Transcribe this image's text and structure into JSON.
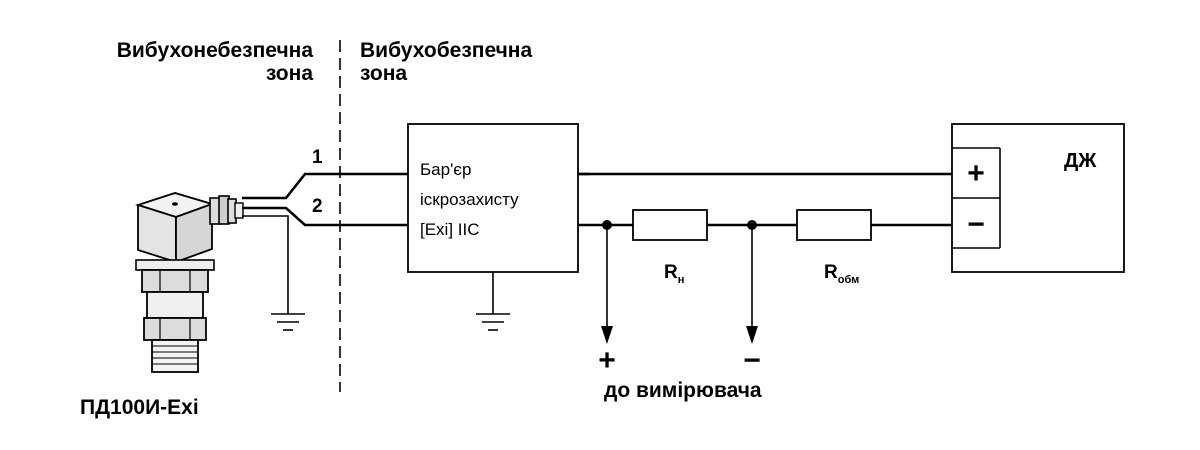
{
  "zones": {
    "hazardous_line1": "Вибухонебезпечна",
    "hazardous_line2": "зона",
    "safe_line1": "Вибухобезпечна",
    "safe_line2": "зона"
  },
  "wires": {
    "wire1": "1",
    "wire2": "2"
  },
  "barrier": {
    "line1": "Бар'єр",
    "line2": "іскрозахисту",
    "line3": "[Exi] IIC"
  },
  "resistors": {
    "load": {
      "main": "R",
      "sub": "н"
    },
    "winding": {
      "main": "R",
      "sub": "обм"
    }
  },
  "power_supply": {
    "label": "ДЖ",
    "plus": "+",
    "minus": "−"
  },
  "meter": {
    "plus": "+",
    "minus": "−",
    "label": "до вимірювача"
  },
  "sensor": {
    "label": "ПД100И-Exi"
  }
}
